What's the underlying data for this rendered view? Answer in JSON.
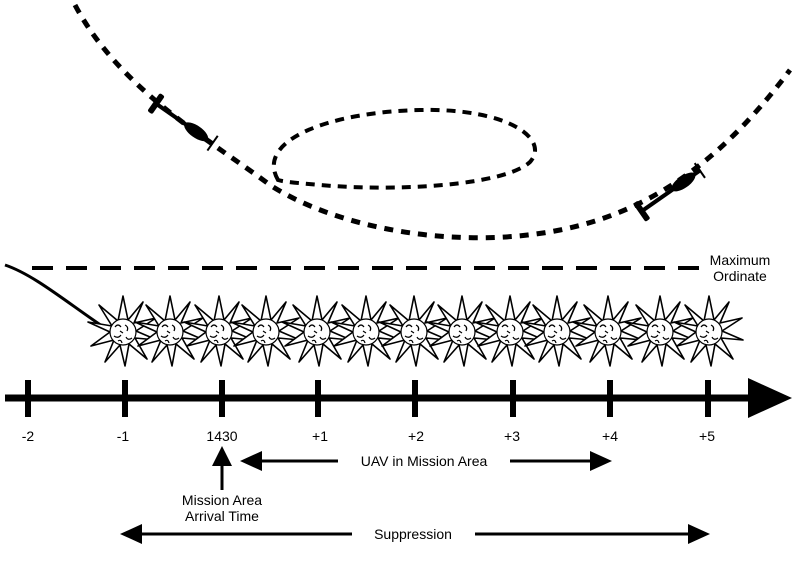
{
  "max_ordinate": {
    "line1": "Maximum",
    "line2": "Ordinate"
  },
  "timeline": {
    "ticks": [
      "-2",
      "-1",
      "1430",
      "+1",
      "+2",
      "+3",
      "+4",
      "+5"
    ]
  },
  "arrival": {
    "line1": "Mission Area",
    "line2": "Arrival Time"
  },
  "uav_span": {
    "label": "UAV in Mission Area"
  },
  "suppression": {
    "label": "Suppression"
  },
  "colors": {
    "ink": "#000000",
    "background": "#ffffff"
  }
}
